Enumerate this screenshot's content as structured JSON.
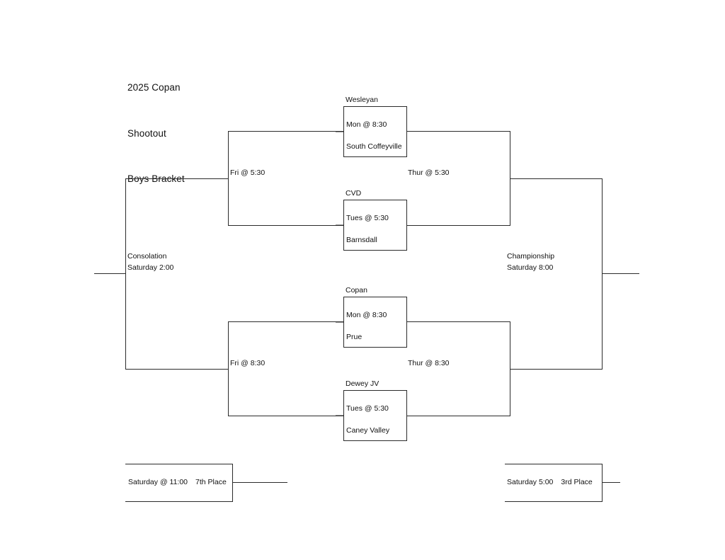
{
  "title": {
    "line1": "2025 Copan",
    "line2": "Shootout",
    "line3": "Boys Bracket"
  },
  "games": [
    {
      "id": "game-1",
      "top_team": "Wesleyan",
      "time": "Mon  @ 8:30",
      "bottom_team": "South Coffeyville"
    },
    {
      "id": "game-2",
      "top_team": "CVD",
      "time": "Tues @ 5:30",
      "bottom_team": "Barnsdall"
    },
    {
      "id": "game-3",
      "top_team": "Copan",
      "time": "Mon @ 8:30",
      "bottom_team": "Prue"
    },
    {
      "id": "game-4",
      "top_team": "Dewey JV",
      "time": "Tues @ 5:30",
      "bottom_team": "Caney Valley"
    }
  ],
  "rounds": {
    "upper_quarter": "Fri @ 5:30",
    "lower_quarter": "Fri @ 8:30",
    "upper_semi": "Thur @ 5:30",
    "lower_semi": "Thur @ 8:30",
    "consolation_line1": "Consolation",
    "consolation_line2": "Saturday 2:00",
    "championship_line1": "Championship",
    "championship_line2": "Saturday  8:00"
  },
  "placement_games": {
    "seventh_place_time": "Saturday @ 11:00",
    "seventh_place_label": "7th Place",
    "third_place_time": "Saturday 5:00",
    "third_place_label": "3rd Place"
  },
  "colors": {
    "ink": "#2b2b2b",
    "paper": "#ffffff"
  }
}
